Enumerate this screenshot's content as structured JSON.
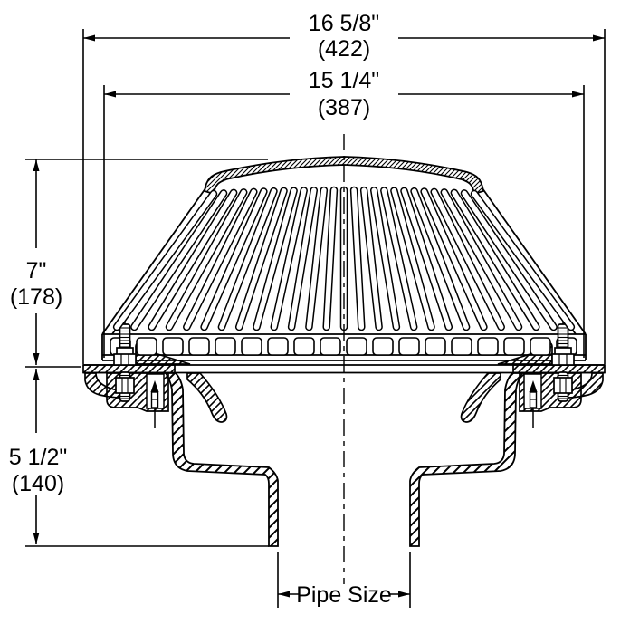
{
  "diagram": {
    "background": "#ffffff",
    "line_color": "#000000",
    "dimensions": {
      "overall_width": {
        "inches": "16 5/8\"",
        "mm": "(422)"
      },
      "strainer_width": {
        "inches": "15 1/4\"",
        "mm": "(387)"
      },
      "dome_height": {
        "inches": "7\"",
        "mm": "(178)"
      },
      "sump_depth": {
        "inches": "5 1/2\"",
        "mm": "(140)"
      },
      "outlet_label": "Pipe Size"
    }
  }
}
